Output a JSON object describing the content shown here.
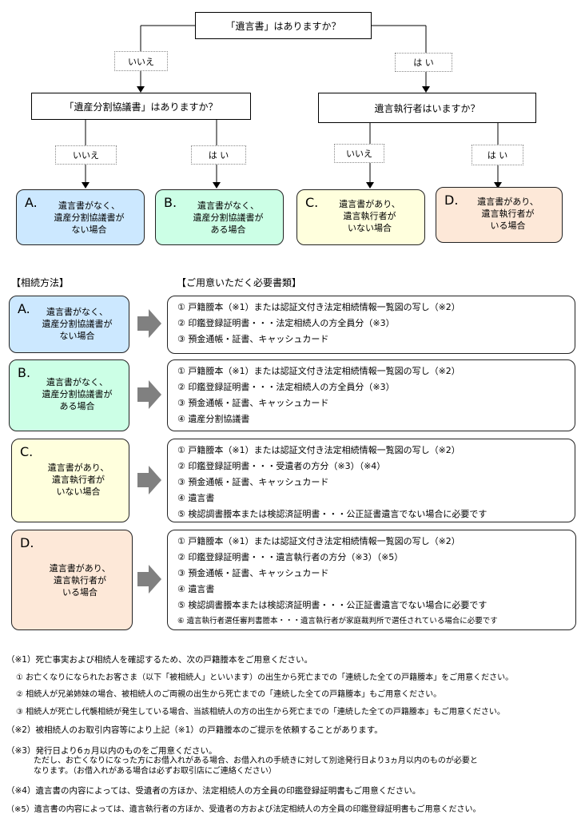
{
  "flow": {
    "q1": "「遺言書」はありますか？",
    "q2": "「遺産分割協議書」はありますか？",
    "q3": "遺言執行者はいますか？",
    "no": "いいえ",
    "yes": "は い"
  },
  "cases": [
    {
      "letter": "A.",
      "text": "遺言書がなく、\n遺産分割協議書が\nない場合",
      "color": "#cce8ff"
    },
    {
      "letter": "B.",
      "text": "遺言書がなく、\n遺産分割協議書が\nある場合",
      "color": "#ccffe6"
    },
    {
      "letter": "C.",
      "text": "遺言書があり、\n遺言執行者が\nいない場合",
      "color": "#ffffdd"
    },
    {
      "letter": "D.",
      "text": "遺言書があり、\n遺言執行者が\nいる場合",
      "color": "#fde8d8"
    }
  ],
  "headings": {
    "method": "【相続方法】",
    "documents": "【ご用意いただく必要書類】"
  },
  "documents": [
    [
      "① 戸籍謄本（※1）または認証文付き法定相続情報一覧図の写し（※2）",
      "② 印鑑登録証明書・・・法定相続人の方全員分（※3）",
      "③ 預金通帳・証書、キャッシュカード"
    ],
    [
      "① 戸籍謄本（※1）または認証文付き法定相続情報一覧図の写し（※2）",
      "② 印鑑登録証明書・・・法定相続人の方全員分（※3）",
      "③ 預金通帳・証書、キャッシュカード",
      "④ 遺産分割協議書"
    ],
    [
      "① 戸籍謄本（※1）または認証文付き法定相続情報一覧図の写し（※2）",
      "② 印鑑登録証明書・・・受遺者の方分（※3）（※4）",
      "③ 預金通帳・証書、キャッシュカード",
      "④ 遺言書",
      "⑤ 検認調書謄本または検認済証明書・・・公正証書遺言でない場合に必要です"
    ],
    [
      "① 戸籍謄本（※1）または認証文付き法定相続情報一覧図の写し（※2）",
      "② 印鑑登録証明書・・・遺言執行者の方分（※3）（※5）",
      "③ 預金通帳・証書、キャッシュカード",
      "④ 遺言書",
      "⑤ 検認調書謄本または検認済証明書・・・公正証書遺言でない場合に必要です",
      "⑥ 遺言執行者選任審判書謄本・・・遺言執行者が家庭裁判所で選任されている場合に必要です"
    ]
  ],
  "notes": [
    "（※1）死亡事実および相続人を確認するため、次の戸籍謄本をご用意ください。",
    "① お亡くなりになられたお客さま（以下「被相続人」といいます）の出生から死亡までの「連続した全ての戸籍謄本」をご用意ください。",
    "② 相続人が兄弟姉妹の場合、被相続人のご両親の出生から死亡までの「連続した全ての戸籍謄本」もご用意ください。",
    "③ 相続人が死亡し代襲相続が発生している場合、当該相続人の方の出生から死亡までの「連続した全ての戸籍謄本」もご用意ください。",
    "（※2）被相続人のお取引内容等により上記（※1）の戸籍謄本のご提示を依頼することがあります。",
    "（※3）発行日より6ヵ月以内のものをご用意ください。",
    "ただし、お亡くなりになった方にお借入れがある場合、お借入れの手続きに対して別途発行日より3ヵ月以内のものが必要と",
    "なります。（お借入れがある場合は必ずお取引店にご連絡ください）",
    "（※4）遺言書の内容によっては、受遺者の方ほか、法定相続人の方全員の印鑑登録証明書もご用意ください。",
    "（※5）遺言書の内容によっては、遺言執行者の方ほか、受遺者の方および法定相続人の方全員の印鑑登録証明書もご用意ください。"
  ]
}
